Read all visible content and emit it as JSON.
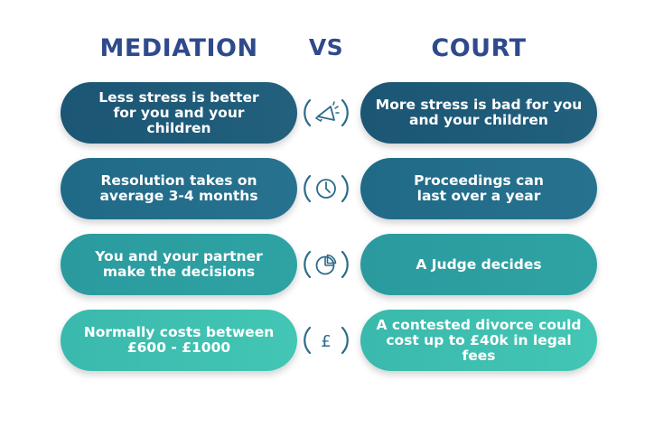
{
  "headings": {
    "left": "MEDIATION",
    "vs": "VS",
    "right": "COURT"
  },
  "rows": [
    {
      "left": "Less stress is better for you and your children",
      "right": "More stress is bad for you and your children",
      "icon": "megaphone-icon",
      "color": "#1f5f7f"
    },
    {
      "left": "Resolution takes on average 3-4 months",
      "right": "Proceedings can last over a year",
      "icon": "clock-icon",
      "color": "#236f8c"
    },
    {
      "left": "You and your partner make the decisions",
      "right": "A Judge decides",
      "icon": "pie-chart-icon",
      "color": "#2a9a9a"
    },
    {
      "left": "Normally costs between £600 - £1000",
      "right": "A contested divorce could cost up to £40k in legal fees",
      "icon": "pound-icon",
      "color": "#3fc0ad"
    }
  ],
  "colors": {
    "heading": "#2f4a8c",
    "icon": "#2b6b8a"
  }
}
